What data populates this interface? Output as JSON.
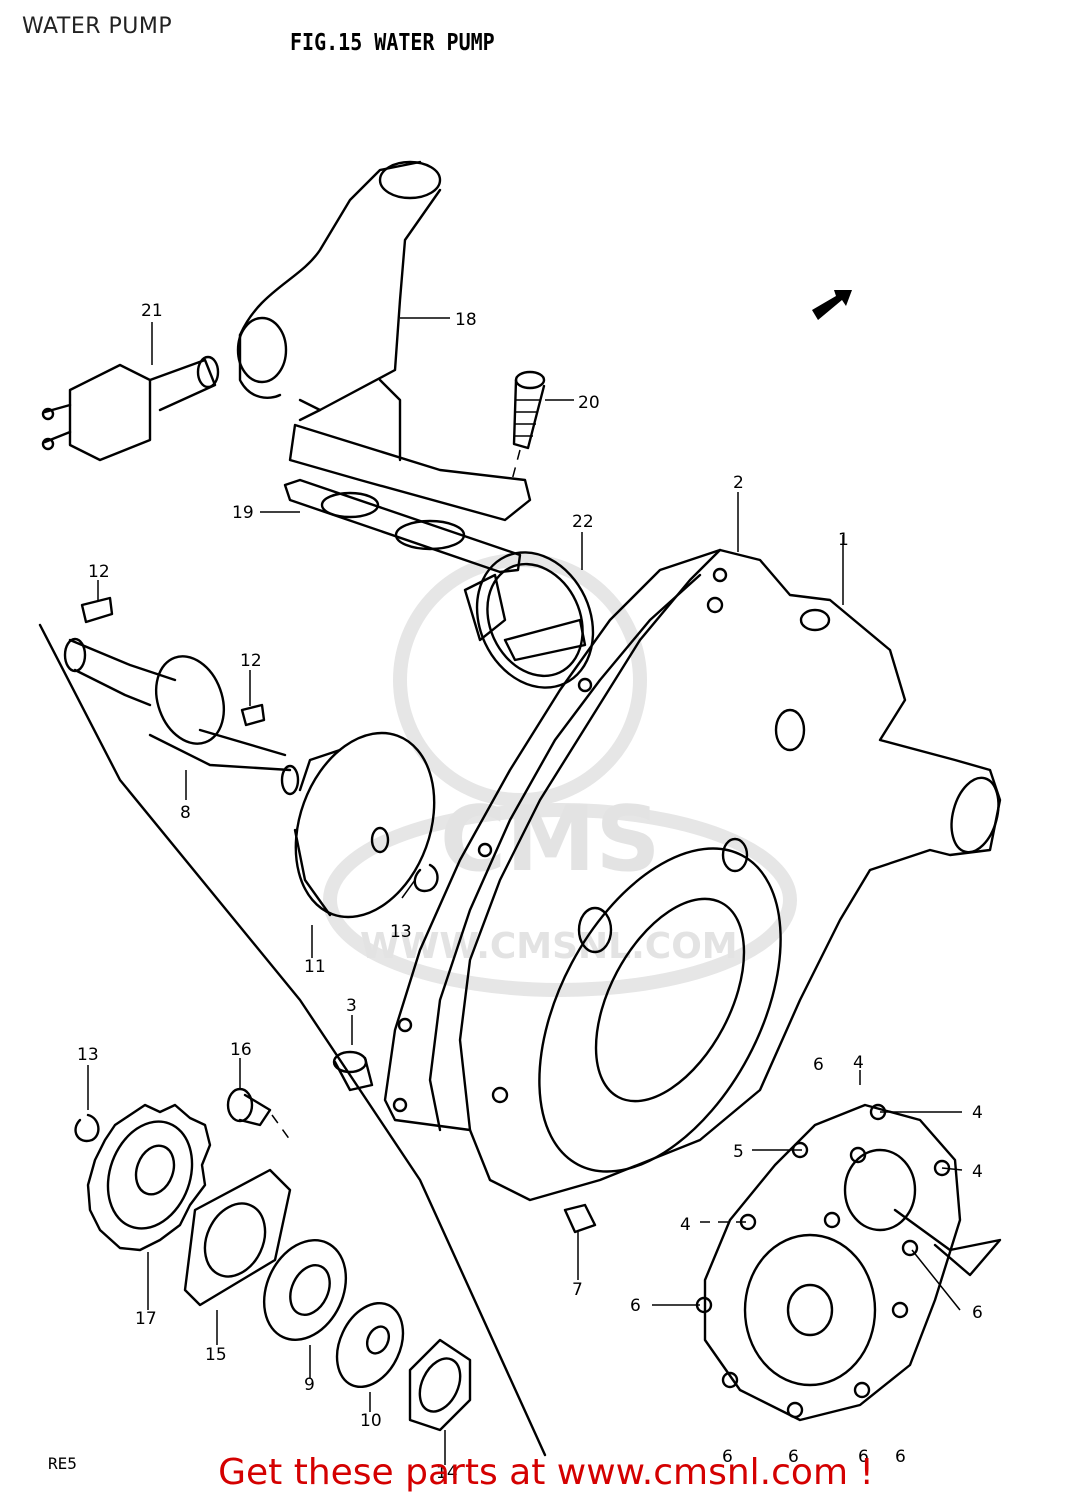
{
  "header": {
    "page_title": "WATER PUMP",
    "figure_title": "FIG.15  WATER PUMP"
  },
  "diagram": {
    "figure_code": "RE5",
    "watermark": {
      "logo_text": "CMS",
      "url_text": "WWW.CMSNL.COM"
    },
    "callouts": [
      {
        "label": "21",
        "part": "thermo-switch"
      },
      {
        "label": "18",
        "part": "thermostat-housing"
      },
      {
        "label": "20",
        "part": "bolt"
      },
      {
        "label": "19",
        "part": "gasket"
      },
      {
        "label": "2",
        "part": "gasket"
      },
      {
        "label": "1",
        "part": "water-pump-case"
      },
      {
        "label": "22",
        "part": "thermostat"
      },
      {
        "label": "12",
        "part": "key"
      },
      {
        "label": "12",
        "part": "key"
      },
      {
        "label": "8",
        "part": "shaft"
      },
      {
        "label": "13",
        "part": "circlip"
      },
      {
        "label": "11",
        "part": "impeller"
      },
      {
        "label": "3",
        "part": "dowel-pin"
      },
      {
        "label": "13",
        "part": "circlip"
      },
      {
        "label": "16",
        "part": "screw"
      },
      {
        "label": "6",
        "part": "bolt"
      },
      {
        "label": "4",
        "part": "bolt"
      },
      {
        "label": "4",
        "part": "bolt"
      },
      {
        "label": "5",
        "part": "bolt"
      },
      {
        "label": "4",
        "part": "bolt"
      },
      {
        "label": "4",
        "part": "bolt"
      },
      {
        "label": "7",
        "part": "plug"
      },
      {
        "label": "6",
        "part": "bolt"
      },
      {
        "label": "6",
        "part": "bolt"
      },
      {
        "label": "17",
        "part": "sprocket"
      },
      {
        "label": "15",
        "part": "plate"
      },
      {
        "label": "9",
        "part": "bearing"
      },
      {
        "label": "10",
        "part": "seal"
      },
      {
        "label": "14",
        "part": "seal"
      },
      {
        "label": "6",
        "part": "bolt"
      },
      {
        "label": "6",
        "part": "bolt"
      },
      {
        "label": "6",
        "part": "bolt"
      },
      {
        "label": "6",
        "part": "bolt"
      }
    ]
  },
  "footer": {
    "promo_text": "Get these parts at www.cmsnl.com !"
  }
}
